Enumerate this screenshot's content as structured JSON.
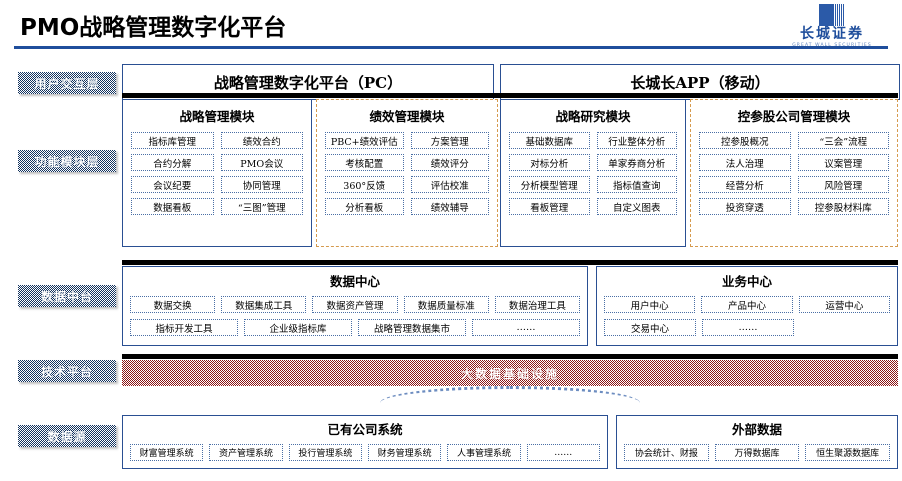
{
  "header": {
    "title": "PMO战略管理数字化平台",
    "logo_cn": "长城证券",
    "logo_en": "GREAT WALL SECURITIES"
  },
  "bands": [
    {
      "label": "用户交互层"
    },
    {
      "label": "功能模块层"
    },
    {
      "label": "数据中台"
    },
    {
      "label": "技术平台"
    },
    {
      "label": "数据源"
    }
  ],
  "channels": [
    {
      "label": "战略管理数字化平台（PC）"
    },
    {
      "label": "长城长APP（移动）"
    }
  ],
  "modules": [
    {
      "title": "战略管理模块",
      "style": "solid",
      "items": [
        "指标库管理",
        "绩效合约",
        "合约分解",
        "PMO会议",
        "会议纪要",
        "协同管理",
        "数据看板",
        "“三图”管理"
      ]
    },
    {
      "title": "绩效管理模块",
      "style": "dashed",
      "items": [
        "PBC+绩效评估",
        "方案管理",
        "考核配置",
        "绩效评分",
        "360°反馈",
        "评估校准",
        "分析看板",
        "绩效辅导"
      ]
    },
    {
      "title": "战略研究模块",
      "style": "solid",
      "items": [
        "基础数据库",
        "行业整体分析",
        "对标分析",
        "单家券商分析",
        "分析模型管理",
        "指标值查询",
        "看板管理",
        "自定义图表"
      ]
    },
    {
      "title": "控参股公司管理模块",
      "style": "dashed",
      "items": [
        "控参股概况",
        "“三会”流程",
        "法人治理",
        "议案管理",
        "经营分析",
        "风险管理",
        "投资穿透",
        "控参股材料库"
      ]
    }
  ],
  "centers": {
    "data": {
      "title": "数据中心",
      "row1": [
        "数据交换",
        "数据集成工具",
        "数据资产管理",
        "数据质量标准",
        "数据治理工具"
      ],
      "row2": [
        "指标开发工具",
        "企业级指标库",
        "战略管理数据集市",
        "……"
      ]
    },
    "business": {
      "title": "业务中心",
      "row1": [
        "用户中心",
        "产品中心",
        "运营中心"
      ],
      "row2": [
        "交易中心",
        "……"
      ]
    }
  },
  "infrastructure": {
    "label": "大数据基础设施"
  },
  "sources": {
    "internal": {
      "title": "已有公司系统",
      "items": [
        "财富管理系统",
        "资产管理系统",
        "投行管理系统",
        "财务管理系统",
        "人事管理系统",
        "……"
      ]
    },
    "external": {
      "title": "外部数据",
      "items": [
        "协会统计、财报",
        "万得数据库",
        "恒生聚源数据库"
      ]
    }
  },
  "colors": {
    "brand_blue": "#1f4e9c",
    "border_blue": "#2a4f92",
    "dashed_orange": "#d59a4e",
    "band_navy": "#13335e",
    "infra_red": "#8c1616"
  }
}
